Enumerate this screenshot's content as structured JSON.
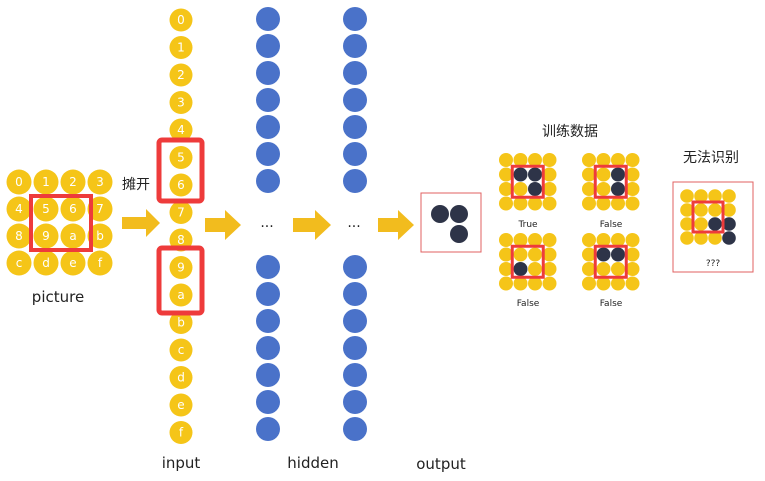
{
  "colors": {
    "yellow": "#F5C518",
    "blue": "#4A72C9",
    "dark": "#2E3448",
    "red": "#EE3B3B",
    "arrow": "#F2BC1E"
  },
  "picture": {
    "label": "picture",
    "grid": [
      [
        "0",
        "1",
        "2",
        "3"
      ],
      [
        "4",
        "5",
        "6",
        "7"
      ],
      [
        "8",
        "9",
        "a",
        "b"
      ],
      [
        "c",
        "d",
        "e",
        "f"
      ]
    ]
  },
  "flatten_label": "摊开",
  "input": {
    "label": "input",
    "nodes": [
      "0",
      "1",
      "2",
      "3",
      "4",
      "5",
      "6",
      "7",
      "8",
      "9",
      "a",
      "b",
      "c",
      "d",
      "e",
      "f"
    ]
  },
  "hidden": {
    "label": "hidden",
    "ellipsis": "..."
  },
  "output": {
    "label": "output"
  },
  "training": {
    "title": "训练数据",
    "examples": [
      {
        "label": "True"
      },
      {
        "label": "False"
      },
      {
        "label": "False"
      },
      {
        "label": "False"
      }
    ]
  },
  "unknown": {
    "title": "无法识别",
    "label": "???"
  }
}
